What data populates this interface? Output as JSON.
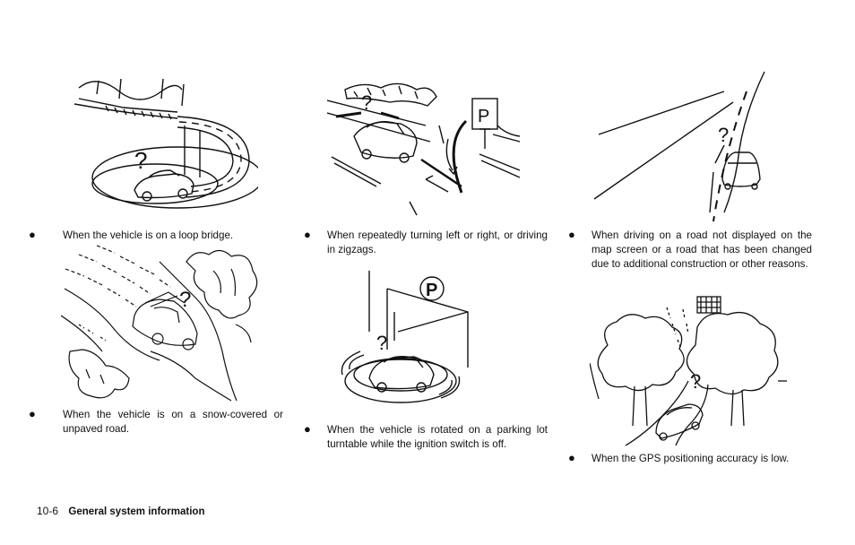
{
  "page": {
    "page_number": "10-6",
    "section_title": "General system information"
  },
  "captions": {
    "loop_bridge": "When the vehicle is on a loop bridge.",
    "zigzag": "When repeatedly turning left or right, or driving in zigzags.",
    "new_road": "When driving on a road not displayed on the map screen or a road that has been changed due to additional construction or other reasons.",
    "snow_road": "When the vehicle is on a snow-covered or unpaved road.",
    "turntable": "When the vehicle is rotated on a parking lot turntable while the ignition switch is off.",
    "gps": "When the GPS positioning accuracy is low."
  },
  "bullet_symbol": "●",
  "illustrations": {
    "question_mark": "?",
    "parking_letter": "P"
  },
  "icons": [
    "loop-bridge-illustration",
    "zigzag-illustration",
    "new-road-illustration",
    "snow-road-illustration",
    "turntable-illustration",
    "gps-trees-illustration"
  ]
}
